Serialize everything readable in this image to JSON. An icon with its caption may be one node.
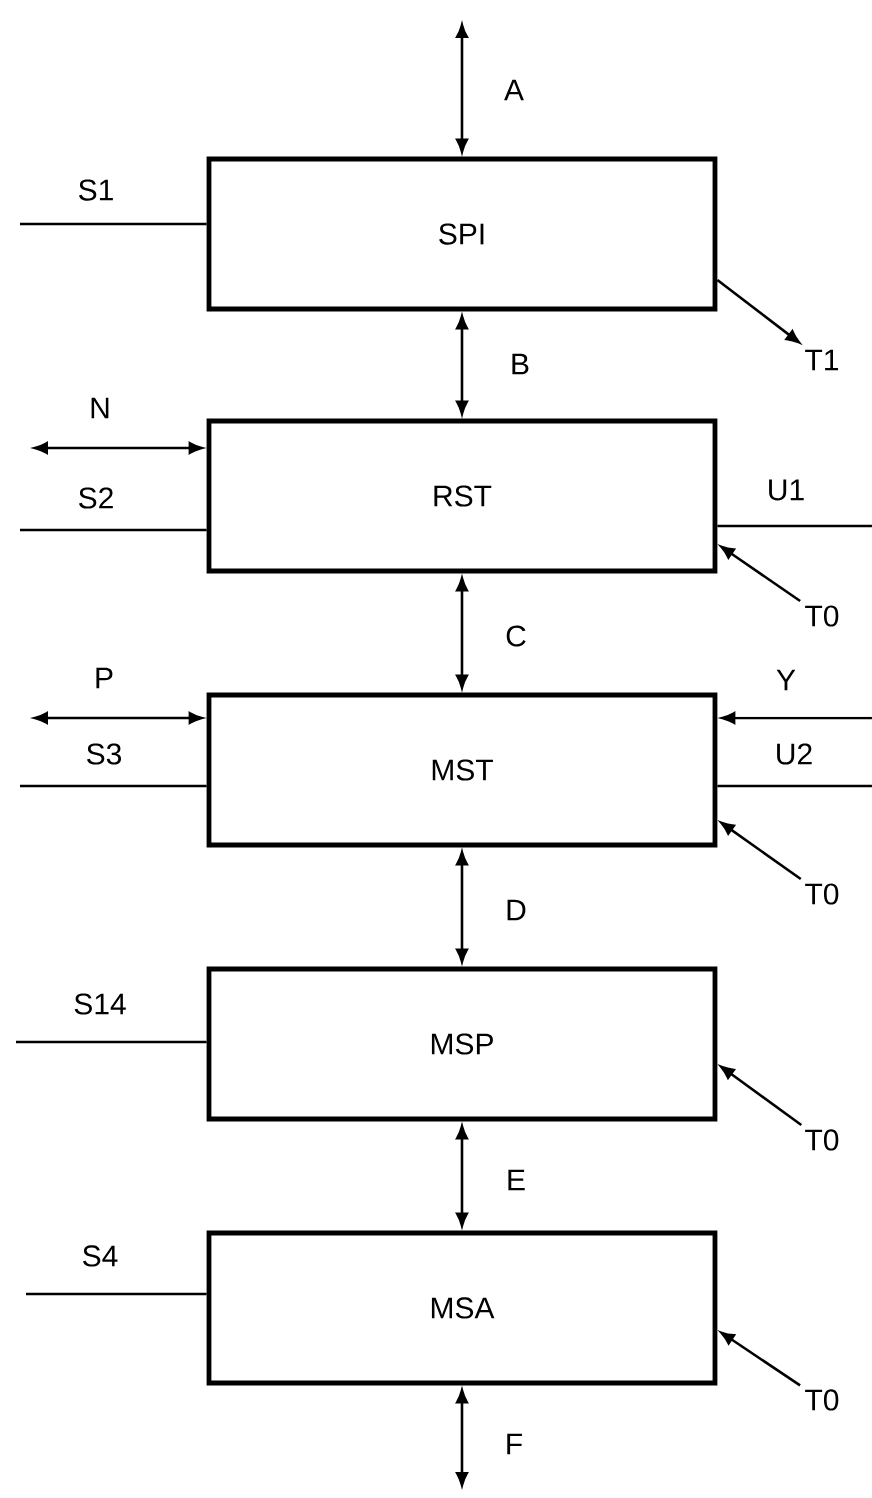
{
  "diagram": {
    "nodes": [
      {
        "text": [
          "SPI"
        ]
      },
      {
        "text": [
          "RST"
        ]
      },
      {
        "text": [
          "MST"
        ]
      },
      {
        "text": [
          "MSP"
        ]
      },
      {
        "text": [
          "MSA"
        ]
      },
      {
        "text": [
          "T1"
        ]
      },
      {
        "text": [
          "T0"
        ]
      },
      {
        "text": [
          "T0"
        ]
      },
      {
        "text": [
          "T0"
        ]
      },
      {
        "text": [
          "T0"
        ]
      }
    ],
    "edges": [
      {
        "from": null,
        "to": 0,
        "arrow": "both",
        "label": "A"
      },
      {
        "from": 0,
        "to": 1,
        "arrow": "both",
        "label": "B"
      },
      {
        "from": 1,
        "to": 2,
        "arrow": "both",
        "label": "C"
      },
      {
        "from": 2,
        "to": 3,
        "arrow": "both",
        "label": "D"
      },
      {
        "from": 3,
        "to": 4,
        "arrow": "both",
        "label": "E"
      },
      {
        "from": 4,
        "to": null,
        "arrow": "both",
        "label": "F"
      },
      {
        "from": null,
        "to": 0,
        "arrow": "none",
        "label": "S1"
      },
      {
        "from": 0,
        "to": 5,
        "arrow": "to"
      },
      {
        "from": null,
        "to": 1,
        "arrow": "both",
        "label": "N"
      },
      {
        "from": null,
        "to": 1,
        "arrow": "none",
        "label": "S2"
      },
      {
        "from": 1,
        "to": null,
        "arrow": "none",
        "label": "U1"
      },
      {
        "from": 6,
        "to": 1,
        "arrow": "to"
      },
      {
        "from": null,
        "to": 2,
        "arrow": "both",
        "label": "P"
      },
      {
        "from": null,
        "to": 2,
        "arrow": "none",
        "label": "S3"
      },
      {
        "from": null,
        "to": 2,
        "arrow": "to",
        "label": "Y"
      },
      {
        "from": 2,
        "to": null,
        "arrow": "none",
        "label": "U2"
      },
      {
        "from": 7,
        "to": 2,
        "arrow": "to"
      },
      {
        "from": null,
        "to": 3,
        "arrow": "none",
        "label": "S14"
      },
      {
        "from": 8,
        "to": 3,
        "arrow": "to"
      },
      {
        "from": null,
        "to": 4,
        "arrow": "none",
        "label": "S4"
      },
      {
        "from": 9,
        "to": 4,
        "arrow": "to"
      }
    ]
  }
}
